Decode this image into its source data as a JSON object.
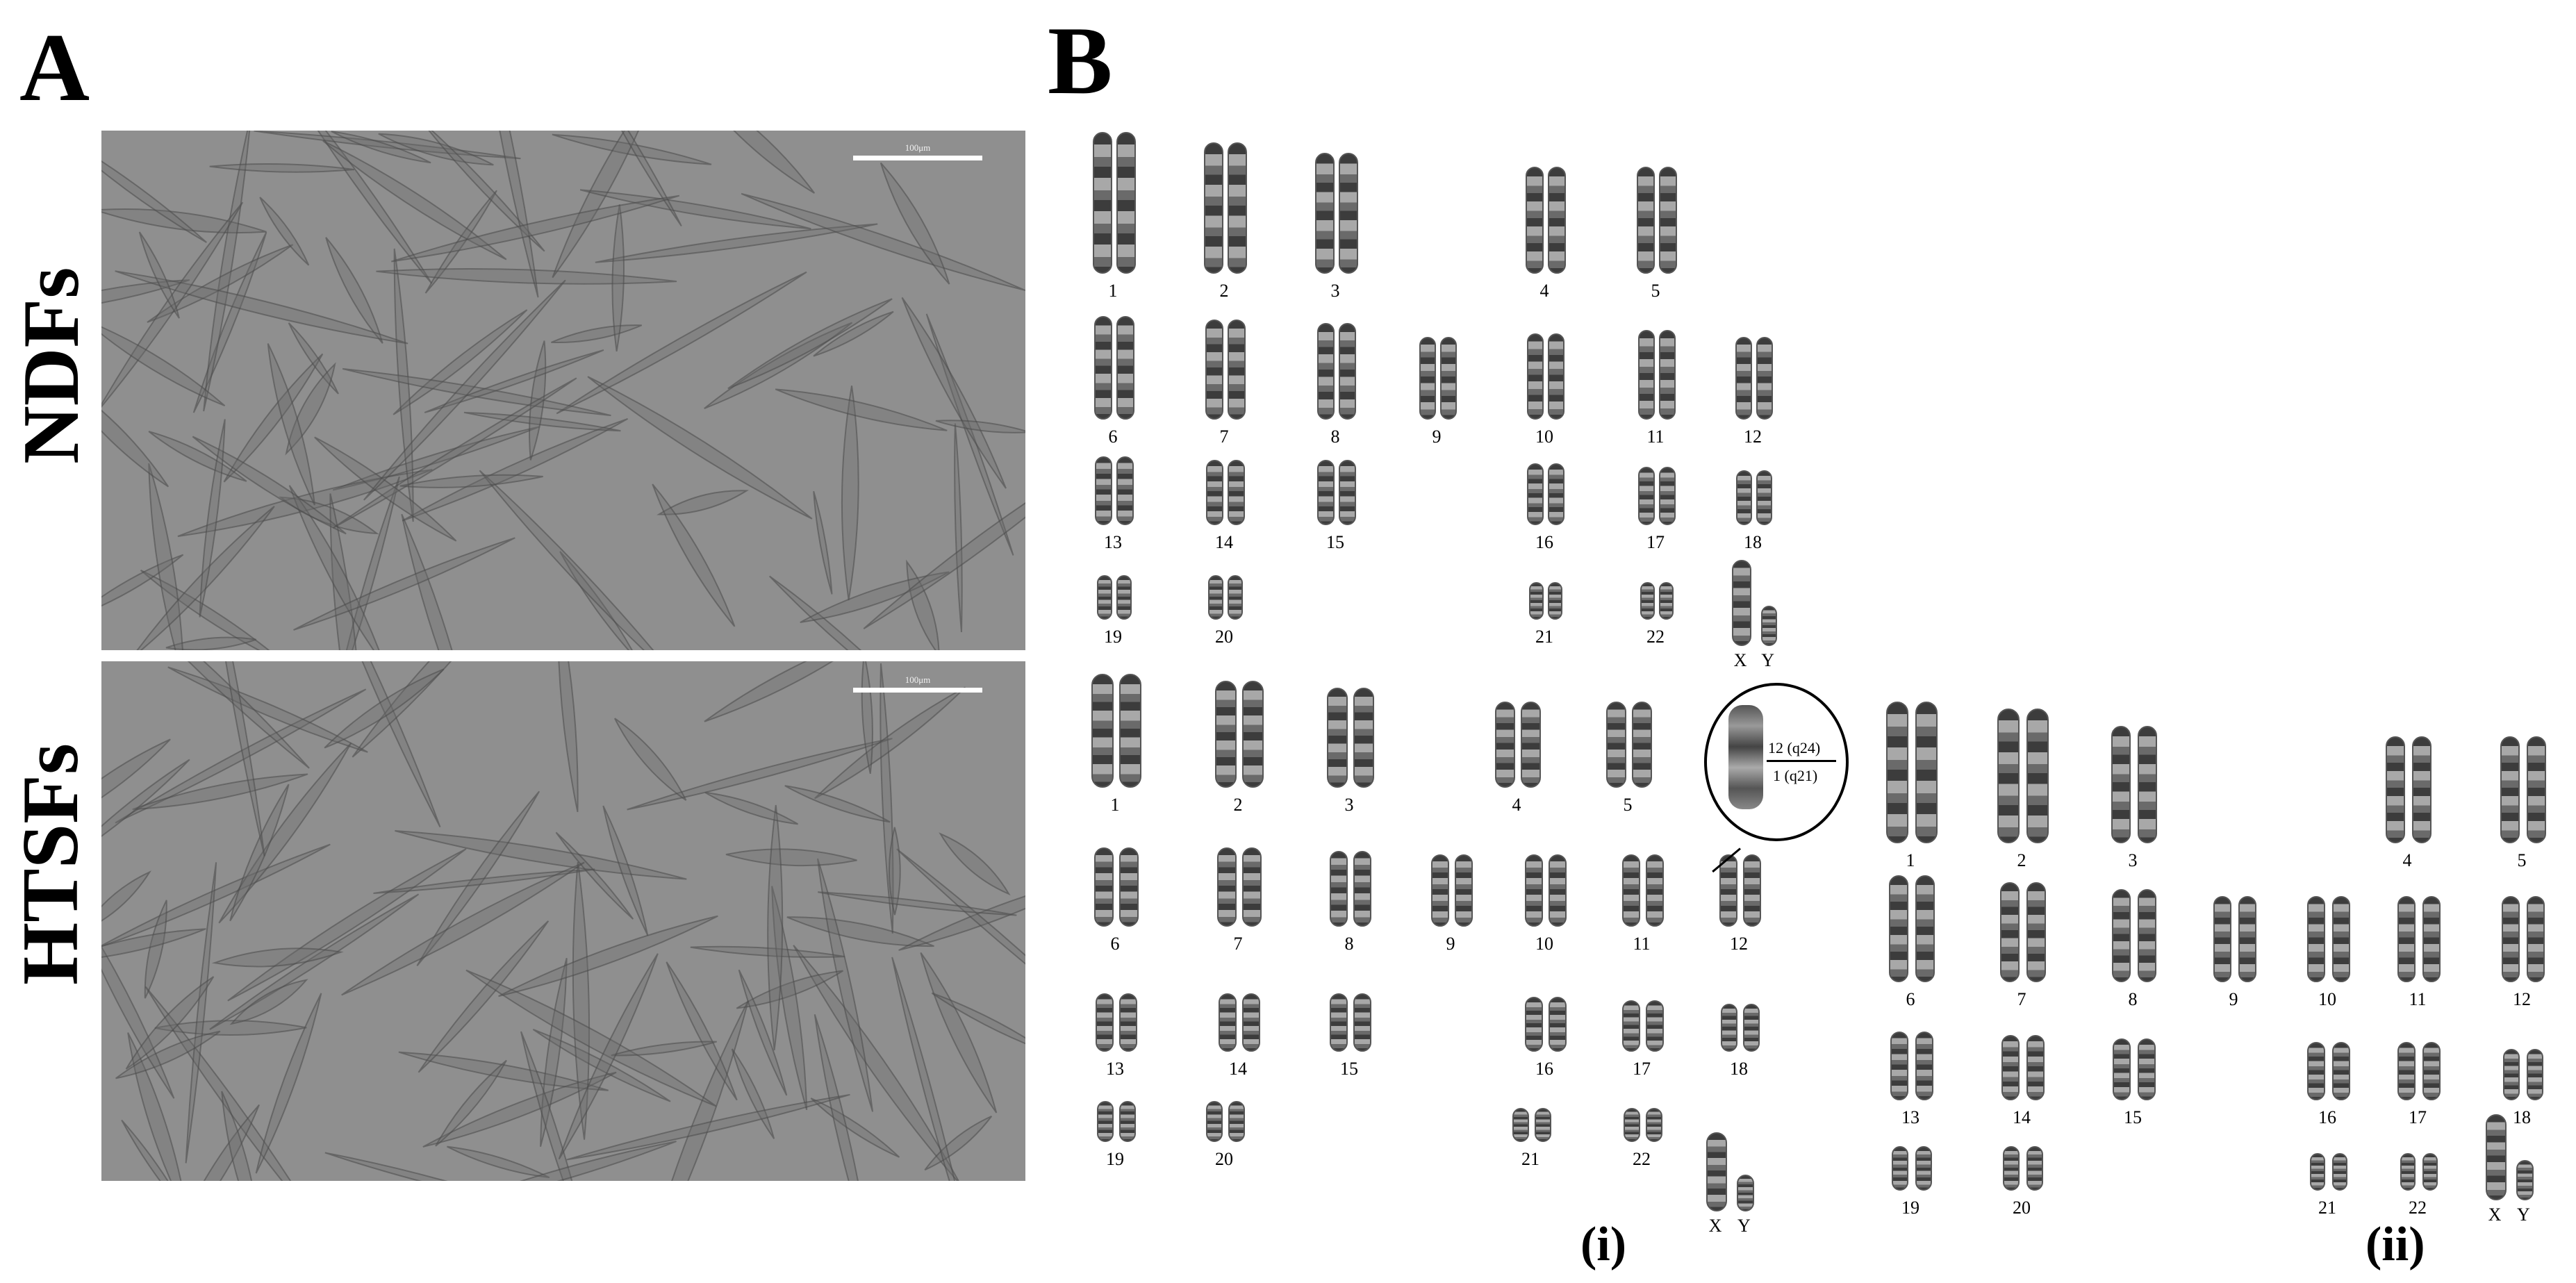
{
  "panels": {
    "A": {
      "letter": "A",
      "rows": [
        {
          "label": "NDFs",
          "scale_text": "100μm"
        },
        {
          "label": "HTSFs",
          "scale_text": "100μm"
        }
      ]
    },
    "B": {
      "letter": "B",
      "karyotype_ndf": {
        "pairs": [
          "1",
          "2",
          "3",
          "4",
          "5",
          "6",
          "7",
          "8",
          "9",
          "10",
          "11",
          "12",
          "13",
          "14",
          "15",
          "16",
          "17",
          "18",
          "19",
          "20",
          "21",
          "22"
        ],
        "sex": [
          "X",
          "Y"
        ]
      },
      "karyotype_i": {
        "sublabel": "(i)",
        "pairs": [
          "1",
          "2",
          "3",
          "4",
          "5",
          "6",
          "7",
          "8",
          "9",
          "10",
          "11",
          "12",
          "13",
          "14",
          "15",
          "16",
          "17",
          "18",
          "19",
          "20",
          "21",
          "22"
        ],
        "sex": [
          "X",
          "Y"
        ],
        "inset": {
          "top": "12 (q24)",
          "bottom": "1 (q21)"
        }
      },
      "karyotype_ii": {
        "sublabel": "(ii)",
        "pairs": [
          "1",
          "2",
          "3",
          "4",
          "5",
          "6",
          "7",
          "8",
          "9",
          "10",
          "11",
          "12",
          "13",
          "14",
          "15",
          "16",
          "17",
          "18",
          "19",
          "20",
          "21",
          "22"
        ],
        "sex": [
          "X",
          "Y"
        ]
      }
    }
  },
  "colors": {
    "micrograph_bg": "#8f8f8f",
    "cell": "#6e6e6e",
    "chromosome": "#7a7a7a"
  }
}
